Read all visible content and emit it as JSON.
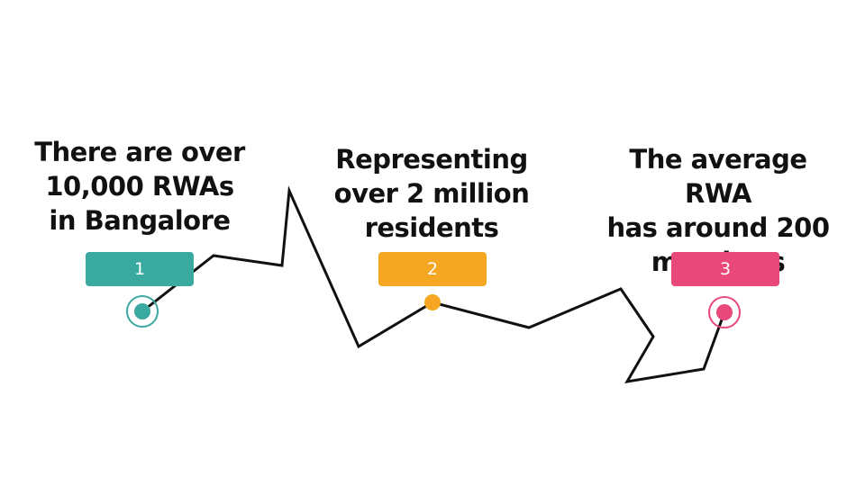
{
  "colors": {
    "teal": "#3aa9a0",
    "orange": "#f5a623",
    "pink": "#e8487a",
    "line": "#111111"
  },
  "steps": [
    {
      "number": "1",
      "line1": "There are over",
      "line2": "10,000 RWAs",
      "line3": "in Bangalore",
      "color": "#3aa9a0",
      "marker": "ring"
    },
    {
      "number": "2",
      "line1": "Representing",
      "line2": "over 2 million",
      "line3": "residents",
      "color": "#f5a623",
      "marker": "dot"
    },
    {
      "number": "3",
      "line1": "The average RWA",
      "line2": "has around 200",
      "line3": "members",
      "color": "#e8487a",
      "marker": "ring"
    }
  ]
}
